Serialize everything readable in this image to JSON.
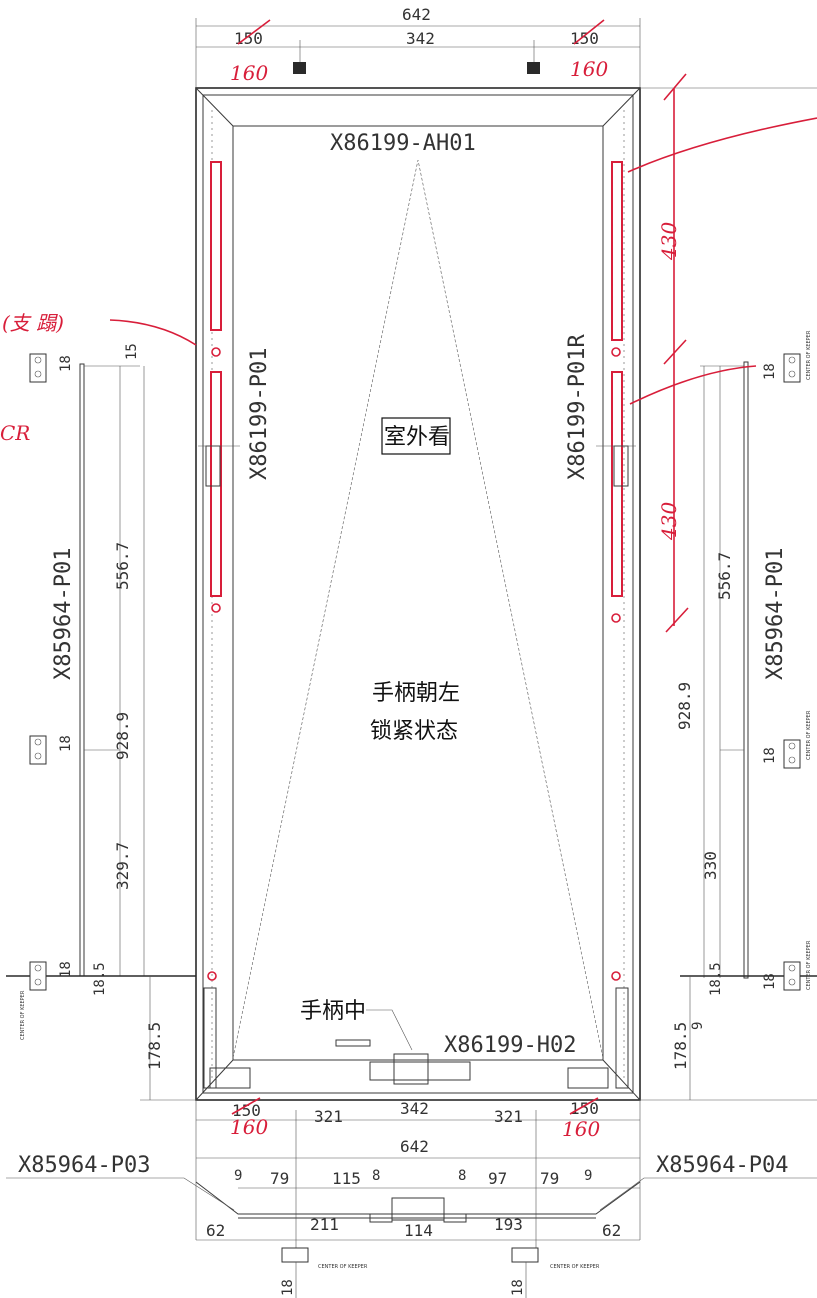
{
  "colors": {
    "ink": "#3a3a3a",
    "red_markup": "#d81e3a",
    "background": "#ffffff"
  },
  "top_dims": {
    "overall": "642",
    "left": "150",
    "center": "342",
    "right": "150",
    "left_markup": "160",
    "right_markup": "160"
  },
  "labels": {
    "top_part": "X86199-AH01",
    "left_part": "X86199-P01",
    "right_part": "X86199-P01R",
    "view_note": "室外看",
    "handle_note_line1": "手柄朝左",
    "handle_note_line2": "锁紧状态",
    "handle_center": "手柄中",
    "bottom_part": "X86199-H02",
    "left_side_part": "X85964-P01",
    "right_side_part": "X85964-P01",
    "bottom_left_part": "X85964-P03",
    "bottom_right_part": "X85964-P04",
    "center_of_keeper": "CENTER OF KEEPER"
  },
  "left_dims": {
    "d15": "15",
    "d556": "556.7",
    "d928": "928.9",
    "d329": "329.7",
    "d18a": "18",
    "d18b": "18",
    "d18c": "18",
    "d18_5": "18.5",
    "d178": "178.5"
  },
  "right_dims": {
    "d556": "556.7",
    "d928": "928.9",
    "d330": "330",
    "d18a": "18",
    "d18b": "18",
    "d18c": "18",
    "d18_5": "18.5",
    "d9": "9",
    "d178": "178.5"
  },
  "handwriting": {
    "left_note": "(支 蹋)",
    "cr_note": "CR",
    "upper_430": "430",
    "lower_430": "430"
  },
  "bottom_dims": {
    "left150": "150",
    "left321": "321",
    "center342": "342",
    "right321": "321",
    "right150": "150",
    "left_markup": "160",
    "right_markup": "160",
    "overall642": "642",
    "d9a": "9",
    "d79a": "79",
    "d115": "115",
    "d8a": "8",
    "d8b": "8",
    "d97": "97",
    "d79b": "79",
    "d9b": "9",
    "d62a": "62",
    "d211": "211",
    "d114": "114",
    "d193": "193",
    "d62b": "62",
    "d18a": "18",
    "d18b": "18"
  }
}
